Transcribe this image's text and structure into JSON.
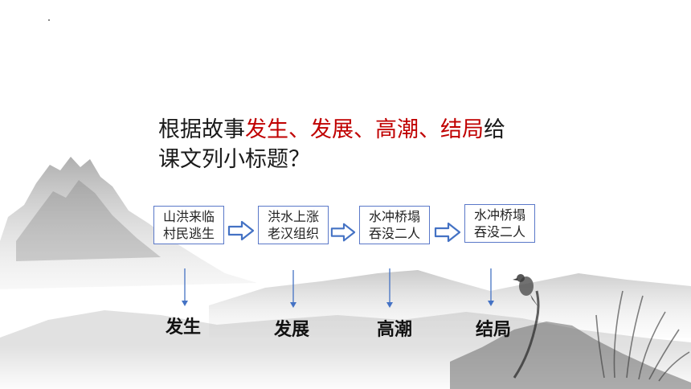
{
  "question": {
    "prefix": "根据故事",
    "term_1": "发生",
    "sep_1": "、",
    "term_2": "发展",
    "sep_2": "、",
    "term_3": "高潮",
    "sep_3": "、",
    "term_4": "结局",
    "line_1_end": "给",
    "line_2": "课文列小标题？"
  },
  "stages": [
    {
      "line_1": "山洪来临",
      "line_2": "村民逃生"
    },
    {
      "line_1": "洪水上涨",
      "line_2": "老汉组织"
    },
    {
      "line_1": "水冲桥塌",
      "line_2": "吞没二人"
    },
    {
      "line_1": "水冲桥塌",
      "line_2": "吞没二人"
    }
  ],
  "labels": [
    "发生",
    "发展",
    "高潮",
    "结局"
  ],
  "colors": {
    "highlight": "#c00000",
    "box_border": "#5a78c8",
    "arrow": "#4472c4",
    "text": "#1a1a1a"
  },
  "icons": {
    "flow_arrow": "outlined-right-arrow-icon",
    "down_arrow": "thin-down-arrow-icon"
  }
}
